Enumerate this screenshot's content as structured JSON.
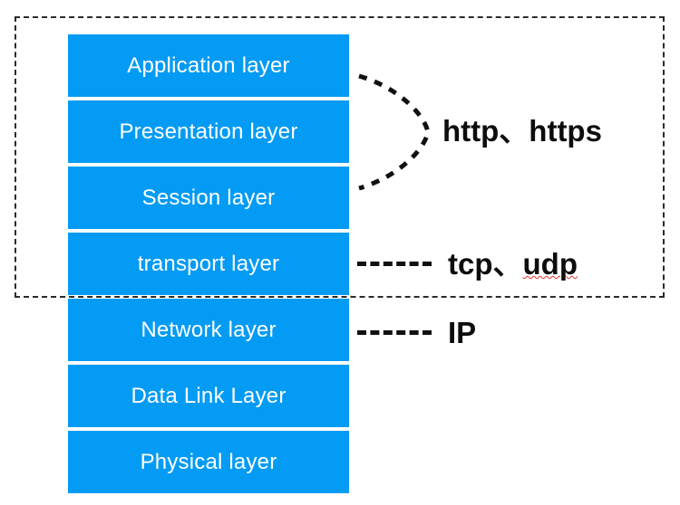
{
  "diagram": {
    "title": "OSI seven-layer model with protocol mapping",
    "accent_color": "#039BF4",
    "label_color": "#ffffff",
    "annotation_color": "#0d0d0d",
    "scope_border_color": "#2b2b2b"
  },
  "layers": [
    {
      "id": "application",
      "label": "Application layer"
    },
    {
      "id": "presentation",
      "label": "Presentation layer"
    },
    {
      "id": "session",
      "label": "Session layer"
    },
    {
      "id": "transport",
      "label": "transport layer"
    },
    {
      "id": "network",
      "label": "Network layer"
    },
    {
      "id": "datalink",
      "label": "Data Link Layer"
    },
    {
      "id": "physical",
      "label": "Physical layer"
    }
  ],
  "annotations": [
    {
      "id": "http",
      "connector": "brace",
      "text": "http、https",
      "part_a": "http、",
      "part_b": "https",
      "spellcheck_flagged": ""
    },
    {
      "id": "tcp",
      "connector": "dashed-line",
      "text": "tcp、udp",
      "part_a": "tcp、",
      "part_b": "",
      "spellcheck_flagged": "udp"
    },
    {
      "id": "ip",
      "connector": "dashed-line",
      "text": "IP",
      "part_a": "IP",
      "part_b": "",
      "spellcheck_flagged": ""
    }
  ]
}
